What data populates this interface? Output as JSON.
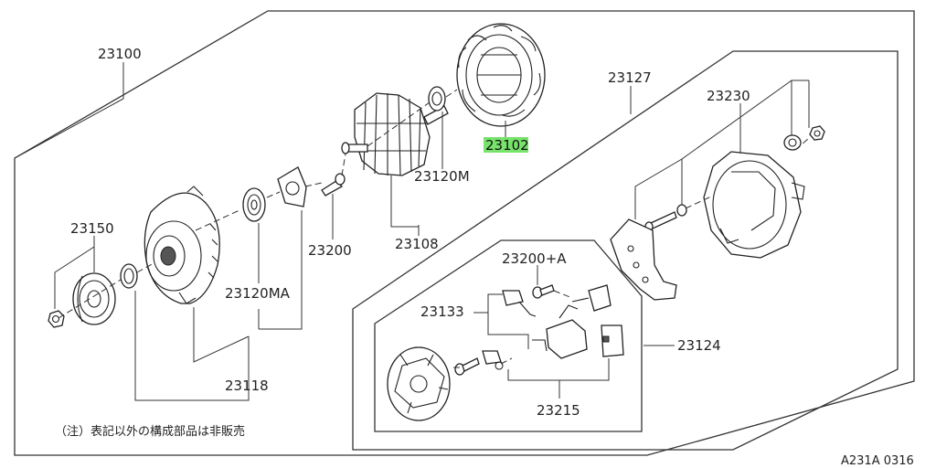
{
  "diagram": {
    "highlight_color": "#77e36a",
    "parts": {
      "p23100": "23100",
      "p23102": "23102",
      "p23127": "23127",
      "p23230": "23230",
      "p23150": "23150",
      "p23120m": "23120M",
      "p23108": "23108",
      "p23200": "23200",
      "p23120ma": "23120MA",
      "p23118": "23118",
      "p23200a": "23200+A",
      "p23133": "23133",
      "p23124": "23124",
      "p23215": "23215"
    },
    "note": "（注）表記以外の構成部品は非販売",
    "drawing_code": "A231A 0316"
  }
}
